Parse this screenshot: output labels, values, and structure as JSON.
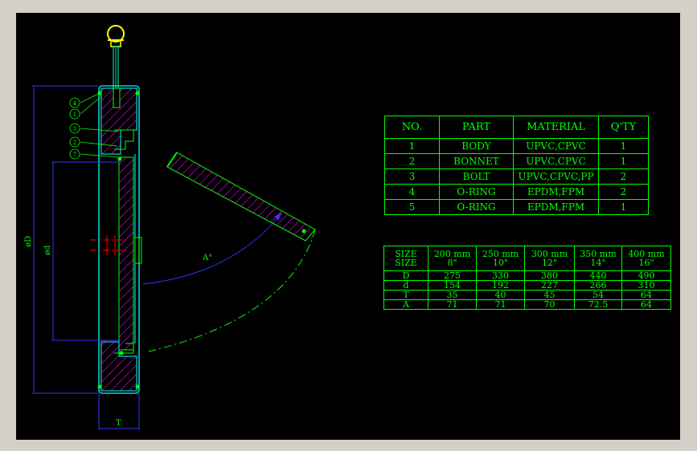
{
  "parts_table": {
    "headers": [
      "NO.",
      "PART",
      "MATERIAL",
      "Q'TY"
    ],
    "rows": [
      {
        "no": "1",
        "part": "BODY",
        "material": "UPVC,CPVC",
        "qty": "1"
      },
      {
        "no": "2",
        "part": "BONNET",
        "material": "UPVC,CPVC",
        "qty": "1"
      },
      {
        "no": "3",
        "part": "BOLT",
        "material": "UPVC,CPVC,PP",
        "qty": "2"
      },
      {
        "no": "4",
        "part": "O-RING",
        "material": "EPDM,FPM",
        "qty": "2"
      },
      {
        "no": "5",
        "part": "O-RING",
        "material": "EPDM,FPM",
        "qty": "1"
      }
    ]
  },
  "size_table": {
    "row_label_top": "SIZE",
    "row_label_bottom": "SIZE",
    "columns": [
      {
        "mm": "200 mm",
        "inch": "8\""
      },
      {
        "mm": "250 mm",
        "inch": "10\""
      },
      {
        "mm": "300 mm",
        "inch": "12\""
      },
      {
        "mm": "350 mm",
        "inch": "14\""
      },
      {
        "mm": "400 mm",
        "inch": "16\""
      }
    ],
    "rows": [
      {
        "label": "D",
        "values": [
          "275",
          "330",
          "380",
          "440",
          "490"
        ]
      },
      {
        "label": "d",
        "values": [
          "154",
          "192",
          "227",
          "266",
          "310"
        ]
      },
      {
        "label": "T",
        "values": [
          "35",
          "40",
          "45",
          "54",
          "64"
        ]
      },
      {
        "label": "A",
        "values": [
          "71",
          "71",
          "70",
          "72.5",
          "64"
        ]
      }
    ]
  },
  "drawing": {
    "balloons": [
      "4",
      "1",
      "3",
      "2",
      "7"
    ],
    "dim_D": "øD",
    "dim_d": "ød",
    "dim_T": "T",
    "dim_A": "A°"
  },
  "colors": {
    "background": "#000000",
    "line_green": "#00ff00",
    "section_hatch": "#ff00ff",
    "dimension_blue": "#3333ff",
    "center_red": "#ff0000",
    "outline_cyan": "#00ffff",
    "window_frame": "#d4d0c8"
  }
}
